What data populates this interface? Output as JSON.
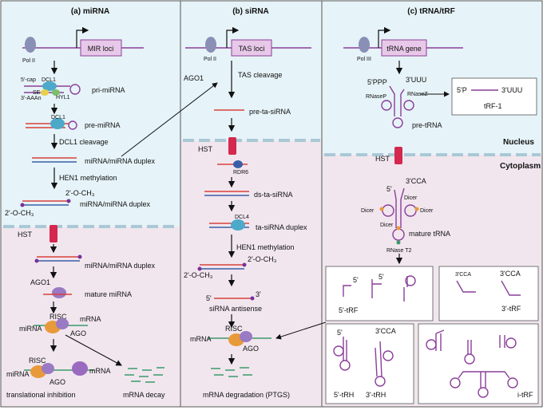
{
  "panels": {
    "mirna": {
      "title": "(a) miRNA",
      "pol": "Pol II",
      "gene": "MIR loci",
      "cap5": "5'-cap",
      "se": "SE",
      "dcl1_a": "DCL1",
      "hyl1": "HYL1",
      "polya": "3'-AAAn",
      "pri": "pri-miRNA",
      "dcl1_b": "DCL1",
      "pre": "pre-miRNA",
      "step_cleave": "DCL1 cleavage",
      "duplex1": "miRNA/miRNA duplex",
      "step_methyl": "HEN1 methylation",
      "och3_top": "2'-O-CH₃",
      "duplex2": "miRNA/miRNA duplex",
      "och3_left": "2'-O-CH₃",
      "hst": "HST",
      "duplex3": "miRNA/miRNA duplex",
      "ago1": "AGO1",
      "mature": "mature miRNA",
      "risc": "RISC",
      "mirna_label": "miRNA",
      "mrna_label": "mRNA",
      "ago_label": "AGO",
      "risc2": "RISC",
      "mirna_label2": "miRNA",
      "mrna_label2": "mRNA",
      "ago_label2": "AGO",
      "outcome1": "translational inhibition",
      "outcome2": "mRNA decay"
    },
    "sirna": {
      "title": "(b) siRNA",
      "pol": "Pol II",
      "gene": "TAS loci",
      "ago1": "AGO1",
      "step_tas": "TAS cleavage",
      "pre": "pre-ta-siRNA",
      "hst": "HST",
      "rdr6": "RDR6",
      "ds": "ds-ta-siRNA",
      "dcl4": "DCL4",
      "duplex": "ta-siRNA duplex",
      "step_methyl": "HEN1 methylation",
      "och3_top": "2'-O-CH₃",
      "och3_left": "2'-O-CH₃",
      "p5": "5'",
      "p3": "3'",
      "antisense": "siRNA antisense",
      "mrna": "mRNA",
      "risc": "RISC",
      "ago": "AGO",
      "outcome": "mRNA degradation (PTGS)"
    },
    "trna": {
      "title": "(c) tRNA/tRF",
      "pol": "Pol III",
      "gene": "tRNA gene",
      "ppp": "5'PPP",
      "uuu": "3'UUU",
      "rnasep": "RNaseP",
      "rnasez": "RNaseZ",
      "pre": "pre-tRNA",
      "box_5p": "5'P",
      "box_3uuu": "3'UUU",
      "box_trf": "tRF-1",
      "nucleus": "Nucleus",
      "cytoplasm": "Cytoplasm",
      "hst": "HST",
      "cca": "3'CCA",
      "p5": "5'",
      "dicer1": "Dicer",
      "dicer2": "Dicer",
      "dicer3": "Dicer",
      "dicer4": "Dicer",
      "mature": "mature tRNA",
      "rnaset2": "RNase T2",
      "frag5a": "5'",
      "frag5b": "5'",
      "trf5": "5'-tRF",
      "cca_a": "3'CCA",
      "cca_b": "3'CCA",
      "trf3": "3'-tRF",
      "trh5_p": "5'",
      "trh_cca": "3'CCA",
      "trh5": "5'-tRH",
      "trh3": "3'-tRH",
      "itrf": "i-tRF"
    }
  },
  "colors": {
    "nucleus_bg": "#e6f3f8",
    "cyto_bg": "#f1e6ee",
    "rna": "#8a3f9a",
    "strand_red": "#d9413a",
    "strand_blue": "#3a5fa6",
    "pol": "#8a8fb6",
    "hst": "#d4284f",
    "dcl": "#4da9c9",
    "ago": "#e89a3a",
    "risc": "#9a7ac4",
    "green": "#3a9a6a"
  }
}
